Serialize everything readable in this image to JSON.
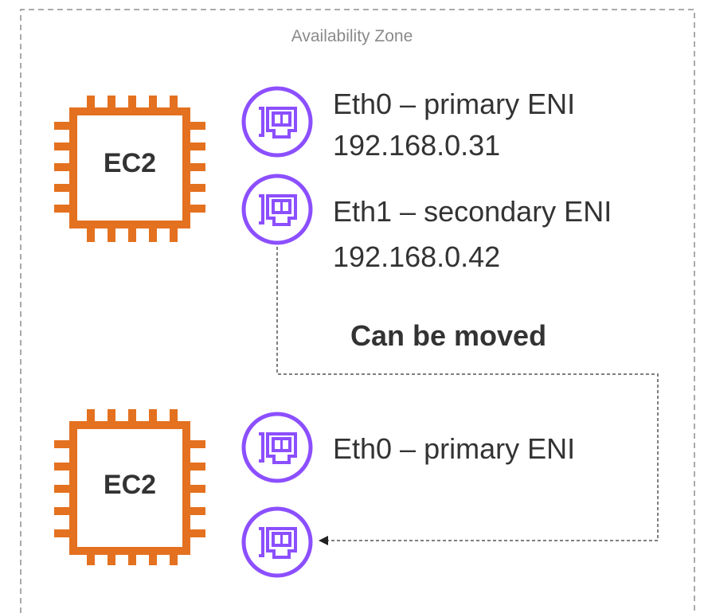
{
  "zone": {
    "label": "Availability Zone"
  },
  "instances": [
    {
      "label": "EC2",
      "enis": [
        {
          "name": "Eth0 – primary ENI",
          "ip": "192.168.0.31"
        },
        {
          "name": "Eth1 – secondary ENI",
          "ip": "192.168.0.42"
        }
      ]
    },
    {
      "label": "EC2",
      "enis": [
        {
          "name": "Eth0 – primary ENI"
        }
      ]
    }
  ],
  "move": {
    "label": "Can be moved"
  },
  "colors": {
    "ec2": "#e4711f",
    "eni": "#8c4fff",
    "text": "#333333",
    "border": "#aaaaaa"
  },
  "icons": [
    "ec2-chip-icon",
    "network-interface-icon"
  ]
}
